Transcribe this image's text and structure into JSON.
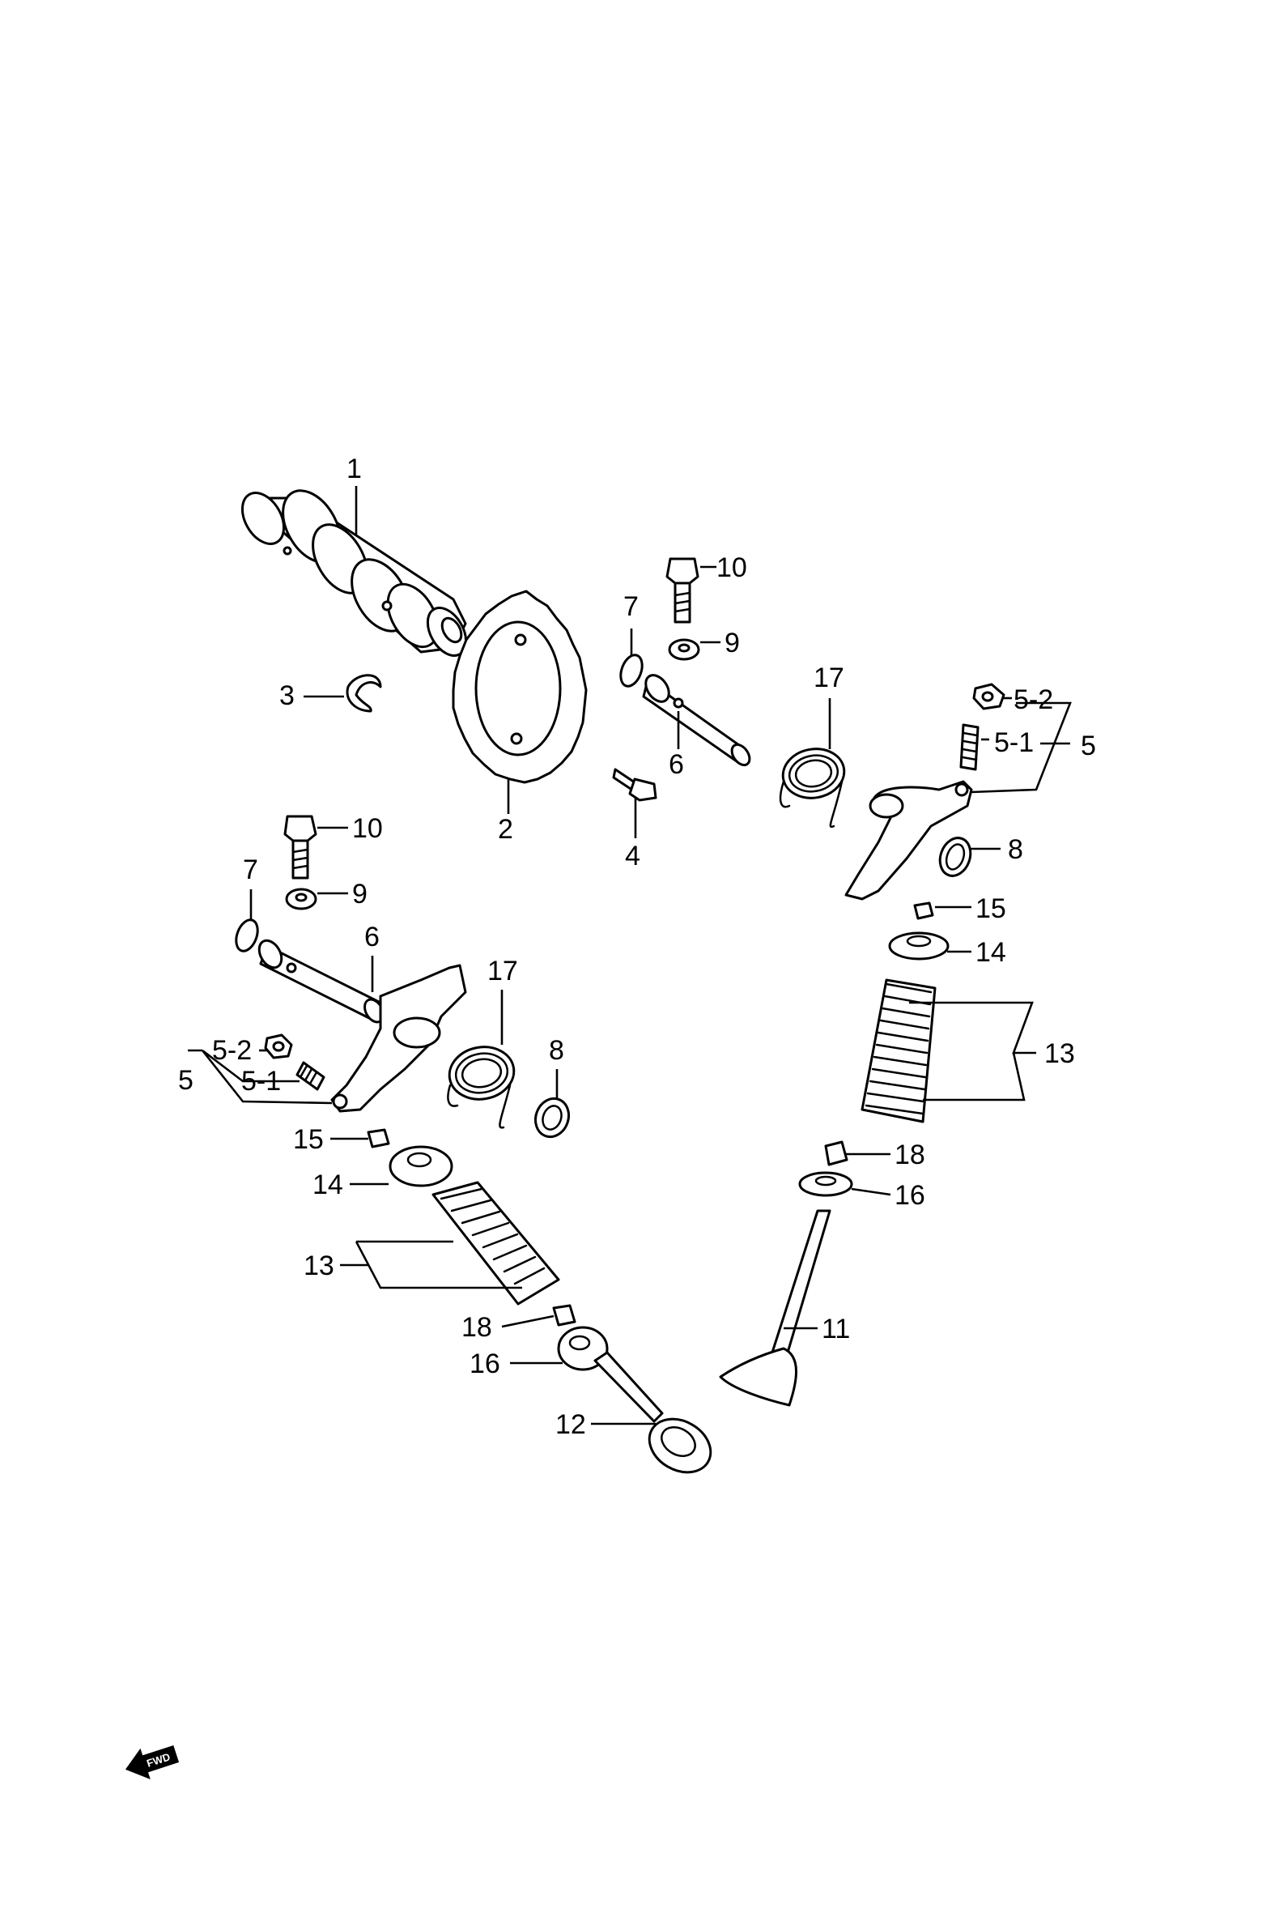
{
  "colors": {
    "ink": "#000000",
    "paper": "#ffffff"
  },
  "icons": {
    "direction": "fwd-arrow-icon"
  },
  "fwd_label": "FWD",
  "callouts": {
    "c1": "1",
    "c2": "2",
    "c3": "3",
    "c4": "4",
    "c5_right": "5",
    "c5_left": "5",
    "c5_1_right": "5-1",
    "c5_1_left": "5-1",
    "c5_2_right": "5-2",
    "c5_2_left": "5-2",
    "c6_right": "6",
    "c6_left": "6",
    "c7_right": "7",
    "c7_left": "7",
    "c8_right": "8",
    "c8_left": "8",
    "c9_right": "9",
    "c9_left": "9",
    "c10_right": "10",
    "c10_left": "10",
    "c11": "11",
    "c12": "12",
    "c13_right": "13",
    "c13_left": "13",
    "c14_right": "14",
    "c14_left": "14",
    "c15_right": "15",
    "c15_left": "15",
    "c16_right": "16",
    "c16_left": "16",
    "c17_right": "17",
    "c17_left": "17",
    "c18_right": "18",
    "c18_left": "18"
  }
}
